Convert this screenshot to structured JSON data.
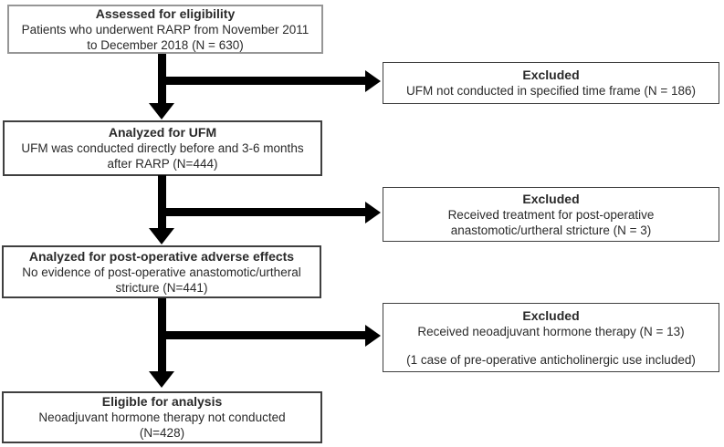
{
  "colors": {
    "background": "#ffffff",
    "arrow": "#000000",
    "box_border_dark": "#3f3f3f",
    "box_border_light": "#969696",
    "text": "#2a2a2a"
  },
  "flow": {
    "steps": [
      {
        "title": "Assessed for eligibility",
        "body": [
          "Patients who underwent  RARP from November 2011",
          "to December 2018 (N = 630)"
        ]
      },
      {
        "title": "Analyzed for UFM",
        "body": [
          "UFM was conducted directly before and 3-6 months",
          "after RARP (N=444)"
        ]
      },
      {
        "title": "Analyzed for post-operative adverse effects",
        "body": [
          "No evidence of post-operative anastomotic/urtheral",
          "stricture (N=441)"
        ]
      },
      {
        "title": "Eligible for analysis",
        "body": [
          "Neoadjuvant hormone therapy not conducted",
          "(N=428)"
        ]
      }
    ],
    "exclusions": [
      {
        "title": "Excluded",
        "body": [
          "UFM not conducted in specified time frame  (N = 186)"
        ]
      },
      {
        "title": "Excluded",
        "body": [
          "Received treatment  for post-operative",
          "anastomotic/urtheral  stricture (N = 3)"
        ]
      },
      {
        "title": "Excluded",
        "body": [
          "Received neoadjuvant  hormone therapy  (N = 13)"
        ],
        "note": "(1 case of pre-operative anticholinergic use included)"
      }
    ]
  }
}
